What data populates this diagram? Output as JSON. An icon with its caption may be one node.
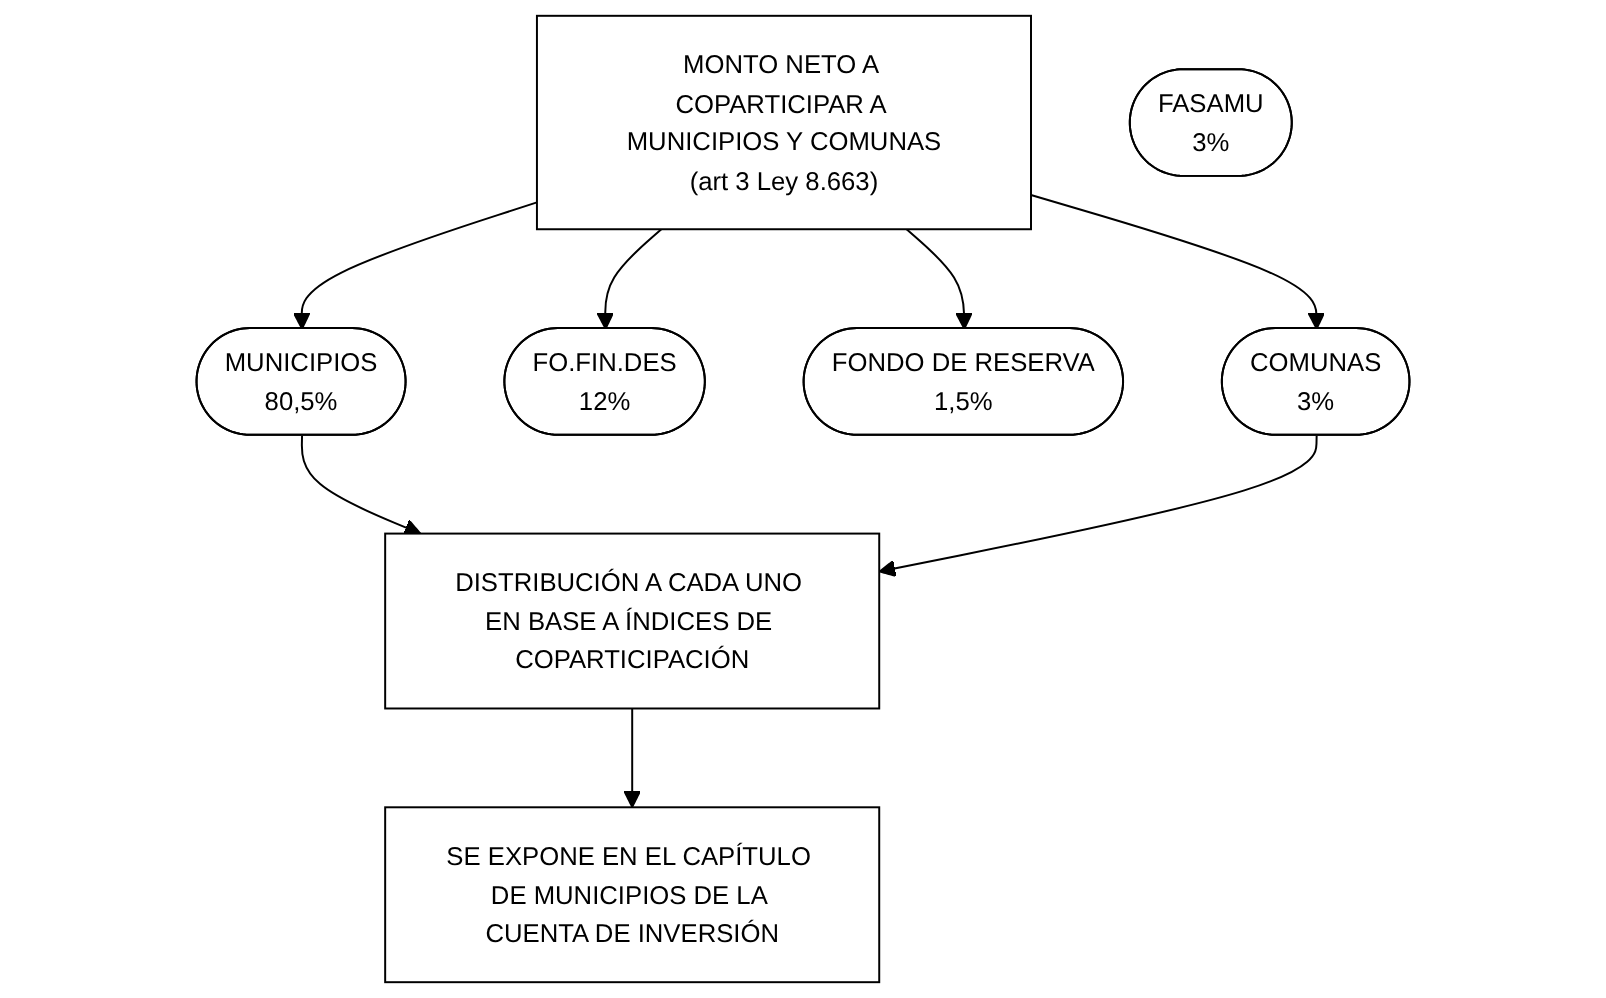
{
  "diagram": {
    "nodes": [
      {
        "text": [
          "MONTO NETO A COPARTICIPAR A MUNICIPIOS Y COMUNAS",
          "(art 3 Ley 8.663)"
        ]
      },
      {
        "text": [
          "MUNICIPIOS",
          "80,5%"
        ]
      },
      {
        "text": [
          "FO.FIN.DES",
          "12%"
        ]
      },
      {
        "text": [
          "FASAMU",
          "3%"
        ]
      },
      {
        "text": [
          "FONDO DE RESERVA",
          "1,5%"
        ]
      },
      {
        "text": [
          "COMUNAS",
          "3%"
        ]
      },
      {
        "text": [
          "DISTRIBUCIÓN A CADA UNO EN BASE A ÍNDICES DE COPARTICIPACIÓN"
        ]
      },
      {
        "text": [
          "SE EXPONE EN EL CAPÍTULO DE MUNICIPIOS DE LA CUENTA DE INVERSIÓN"
        ]
      }
    ],
    "edges": [
      {
        "from": 0,
        "to": 1,
        "arrow": "to"
      },
      {
        "from": 0,
        "to": 2,
        "arrow": "to"
      },
      {
        "from": 0,
        "to": 4,
        "arrow": "to"
      },
      {
        "from": 0,
        "to": 5,
        "arrow": "to"
      },
      {
        "from": 1,
        "to": 6,
        "arrow": "to"
      },
      {
        "from": 5,
        "to": 6,
        "arrow": "to"
      },
      {
        "from": 6,
        "to": 7,
        "arrow": "to"
      }
    ]
  }
}
